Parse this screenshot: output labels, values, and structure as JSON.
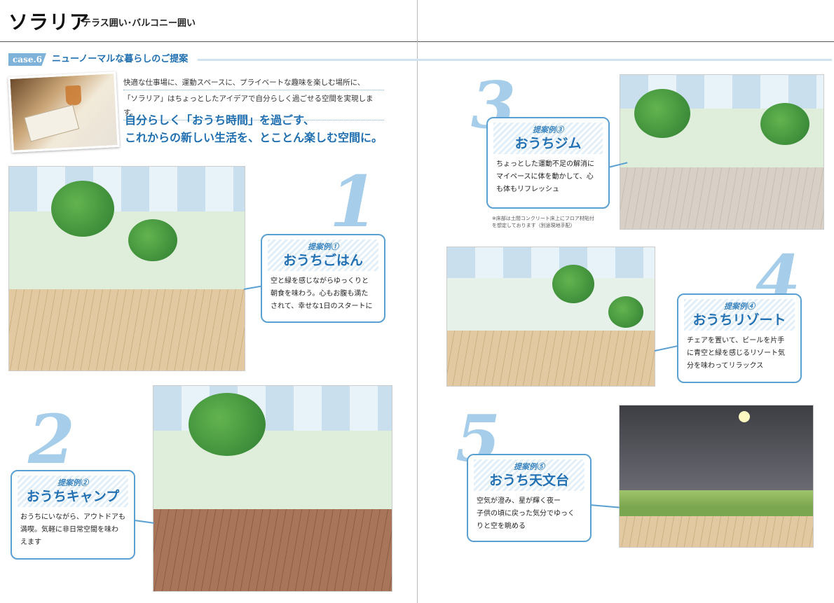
{
  "header": {
    "brand": "ソラリア",
    "subtitle": "テラス囲い･バルコニー囲い"
  },
  "case": {
    "tag": "case.6",
    "title": "ニューノーマルな暮らしのご提案"
  },
  "intro": {
    "lines": [
      "快適な仕事場に、運動スペースに、プライベートな趣味を楽しむ場所に、",
      "「ソラリア」はちょっとしたアイデアで自分らしく過ごせる空間を実現します。"
    ],
    "lead": [
      "自分らしく「おうち時間」を過ごす、",
      "これからの新しい生活を、とことん楽しむ空間に。"
    ]
  },
  "proposals": [
    {
      "number": "1",
      "label": "提案例①",
      "title": "おうちごはん",
      "text": "空と緑を感じながらゆっくりと\n朝食を味わう。心もお腹も満た\nされて、幸せな1日のスタートに"
    },
    {
      "number": "2",
      "label": "提案例②",
      "title": "おうちキャンプ",
      "text": "おうちにいながら、アウトドアも\n満喫。気軽に非日常空間を味わ\nえます"
    },
    {
      "number": "3",
      "label": "提案例③",
      "title": "おうちジム",
      "text": "ちょっとした運動不足の解消に\nマイペースに体を動かして、心\nも体もリフレッシュ",
      "note": "※床部は土間コンクリート床上にフロア材貼付\nを想定しております（別途現地手配）"
    },
    {
      "number": "4",
      "label": "提案例④",
      "title": "おうちリゾート",
      "text": "チェアを置いて、ビールを片手\nに青空と緑を感じるリゾート気\n分を味わってリラックス"
    },
    {
      "number": "5",
      "label": "提案例⑤",
      "title": "おうち天文台",
      "text": "空気が澄み、星が輝く夜ー\n子供の頃に戻った気分でゆっく\nりと空を眺める"
    }
  ],
  "colors": {
    "accent": "#1f6fb0",
    "callout_border": "#5aa0d2",
    "number": "#a6cde9"
  }
}
